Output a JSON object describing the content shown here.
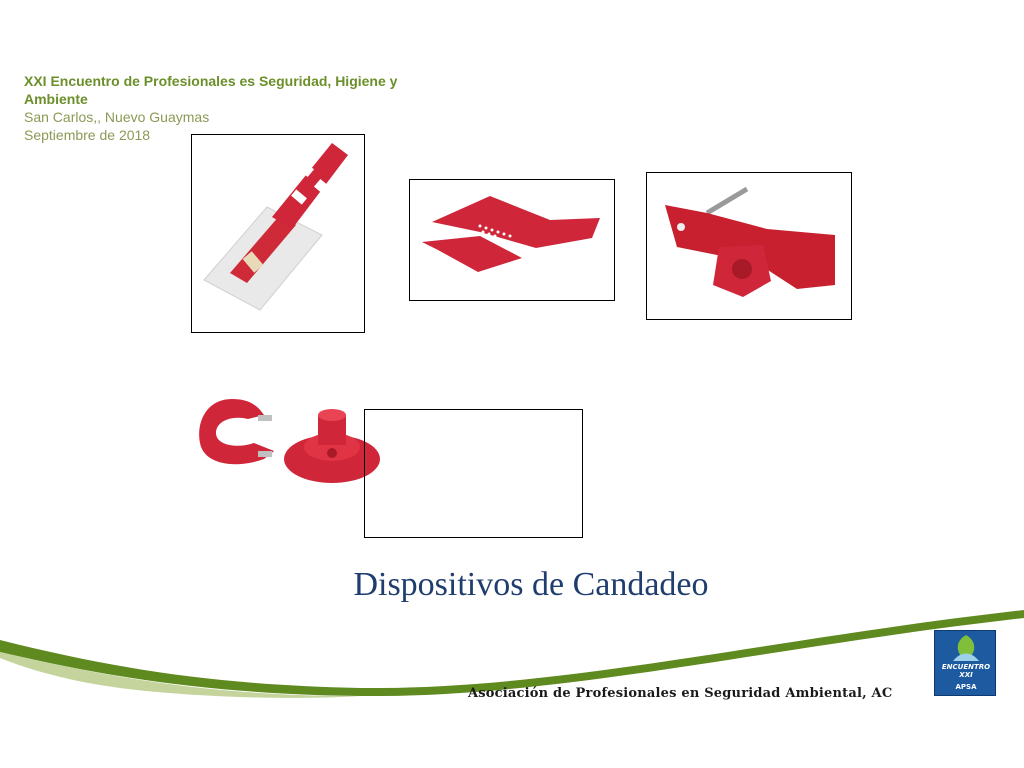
{
  "header": {
    "line1": "XXI Encuentro  de Profesionales es Seguridad,  Higiene y",
    "line2": "Ambiente",
    "line3": "San Carlos,, Nuevo Guaymas",
    "line4": "Septiembre de 2018"
  },
  "slide": {
    "title": "Dispositivos de Candadeo"
  },
  "footer": {
    "organization": "Asociación de Profesionales en Seguridad Ambiental, AC",
    "logo_name": "ENCUENTRO XXI",
    "logo_abbr": "APSA"
  },
  "images": [
    {
      "icon": "switch-lockout-device-icon"
    },
    {
      "icon": "breaker-blade-lockout-icon"
    },
    {
      "icon": "valve-lockout-device-icon"
    },
    {
      "icon": "gate-valve-lockout-icon"
    }
  ],
  "colors": {
    "accent_green": "#5f8a1f",
    "title_blue": "#1f3d6e",
    "device_red": "#d0263a",
    "logo_blue": "#1d5aa0"
  }
}
